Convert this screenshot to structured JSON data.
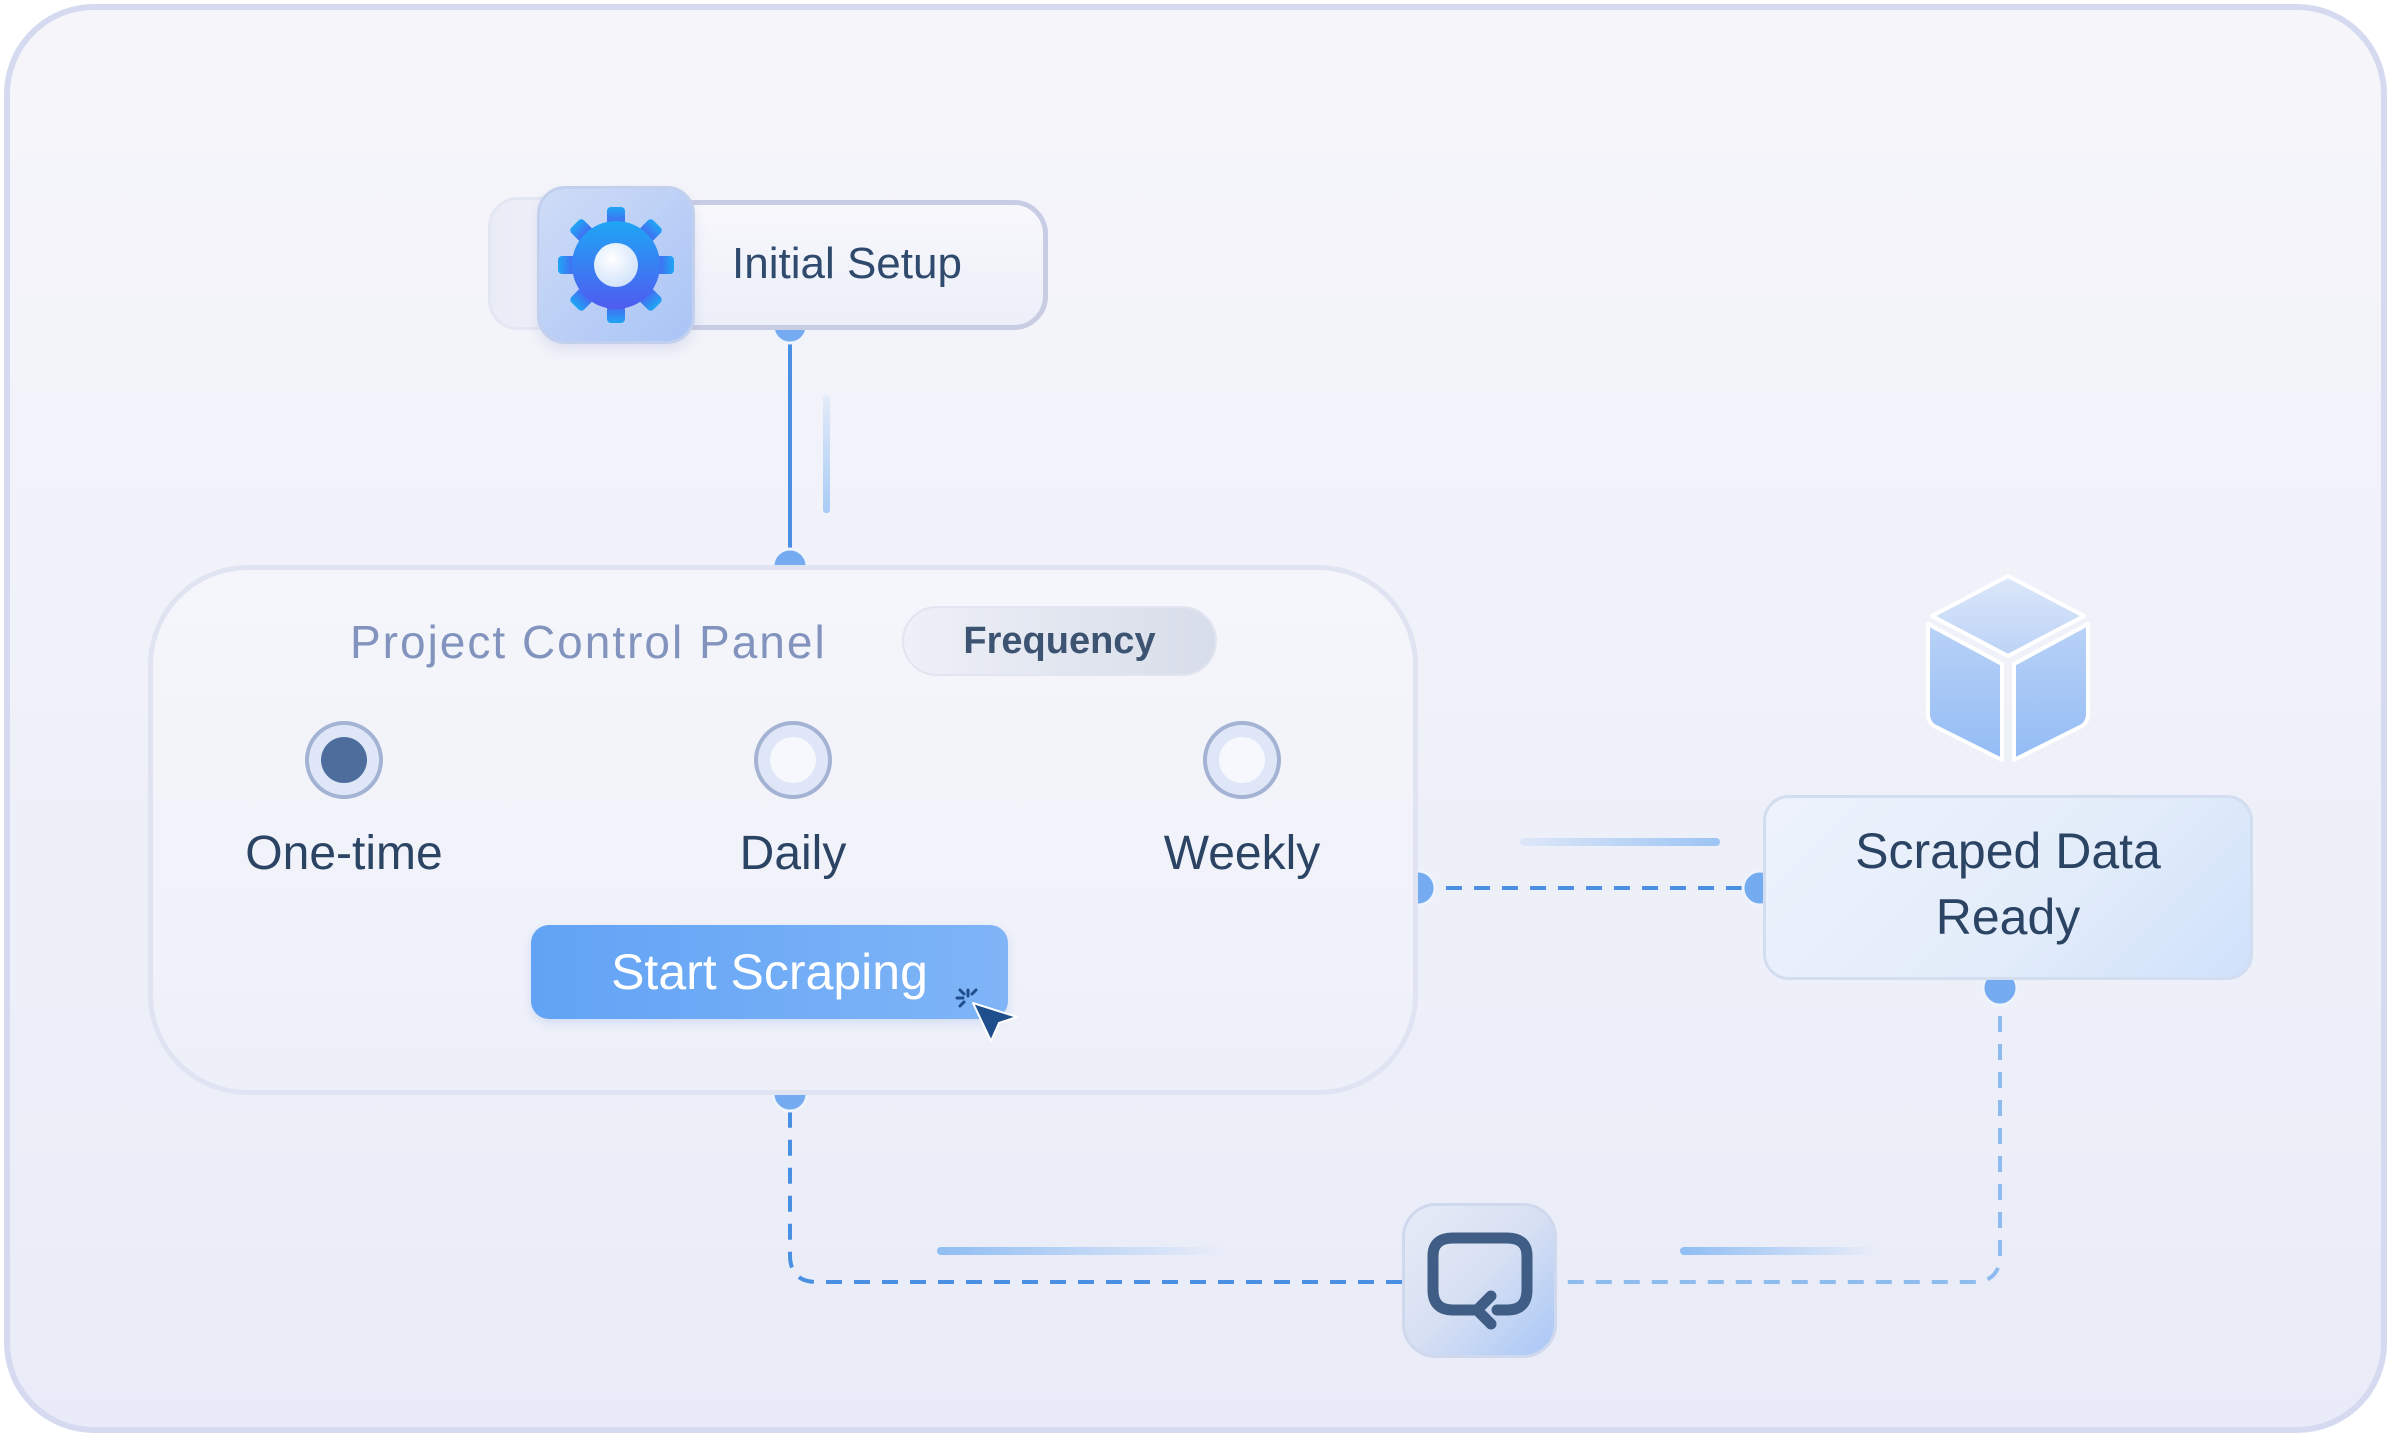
{
  "diagram": {
    "nodes": {
      "initial_setup": {
        "label": "Initial Setup",
        "icon": "gear-icon"
      },
      "control_panel": {
        "title": "Project Control Panel",
        "frequency_badge": "Frequency",
        "frequency_options": [
          {
            "label": "One-time",
            "selected": true
          },
          {
            "label": "Daily",
            "selected": false
          },
          {
            "label": "Weekly",
            "selected": false
          }
        ],
        "action_button": "Start Scraping",
        "cursor_icon": "pointer-click-icon"
      },
      "scraped_data": {
        "label_line1": "Scraped Data",
        "label_line2": "Ready",
        "icon": "cube-icon"
      },
      "repeat": {
        "icon": "repeat-loop-icon"
      }
    },
    "edges": [
      {
        "from": "initial_setup",
        "to": "control_panel",
        "style": "solid"
      },
      {
        "from": "control_panel",
        "to": "scraped_data",
        "style": "dashed"
      },
      {
        "from": "scraped_data",
        "to": "repeat",
        "style": "dashed"
      },
      {
        "from": "repeat",
        "to": "control_panel",
        "style": "dashed"
      }
    ]
  },
  "colors": {
    "accent": "#62a3f5",
    "connector": "#4a90e2",
    "text_primary": "#2c4464",
    "text_muted": "#8294bd",
    "background": "#f2f3fa"
  }
}
